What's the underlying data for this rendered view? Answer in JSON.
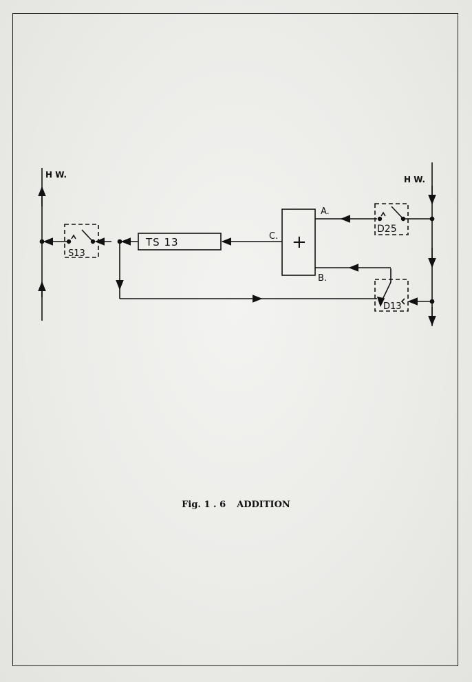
{
  "diagram": {
    "left_highway_label": "H W.",
    "right_highway_label": "H W.",
    "switch_s13_label": "S13",
    "register_label": "TS 13",
    "adder_symbol": "+",
    "adder_input_a": "A.",
    "adder_input_b": "B.",
    "adder_output_c": "C.",
    "switch_d25_label": "D25",
    "switch_d13_label": "D13"
  },
  "caption": {
    "figure_number": "Fig. 1 . 6",
    "title": "ADDITION"
  }
}
